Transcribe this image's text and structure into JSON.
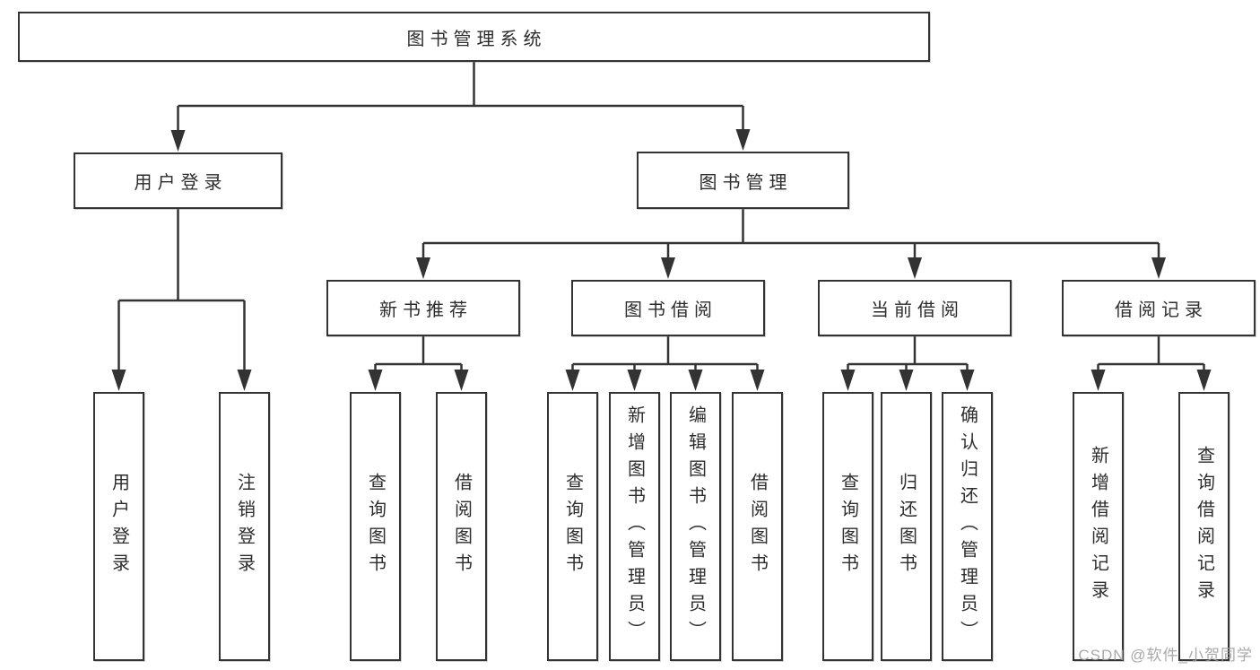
{
  "diagram_title": "图书管理系统",
  "tree": {
    "label": "图书管理系统",
    "children": [
      {
        "label": "用户登录",
        "children": [
          {
            "label": "用户登录"
          },
          {
            "label": "注销登录"
          }
        ]
      },
      {
        "label": "图书管理",
        "children": [
          {
            "label": "新书推荐",
            "children": [
              {
                "label": "查询图书"
              },
              {
                "label": "借阅图书"
              }
            ]
          },
          {
            "label": "图书借阅",
            "children": [
              {
                "label": "查询图书"
              },
              {
                "label": "新增图书（管理员）"
              },
              {
                "label": "编辑图书（管理员）"
              },
              {
                "label": "借阅图书"
              }
            ]
          },
          {
            "label": "当前借阅",
            "children": [
              {
                "label": "查询图书"
              },
              {
                "label": "归还图书"
              },
              {
                "label": "确认归还（管理员）"
              }
            ]
          },
          {
            "label": "借阅记录",
            "children": [
              {
                "label": "新增借阅记录"
              },
              {
                "label": "查询借阅记录"
              }
            ]
          }
        ]
      }
    ]
  },
  "watermark": "CSDN @软件_小贺同学",
  "colors": {
    "line": "#333333",
    "box_border": "#333333",
    "text": "#2d2d2d",
    "watermark": "#a0a0a0",
    "background": "#ffffff"
  }
}
